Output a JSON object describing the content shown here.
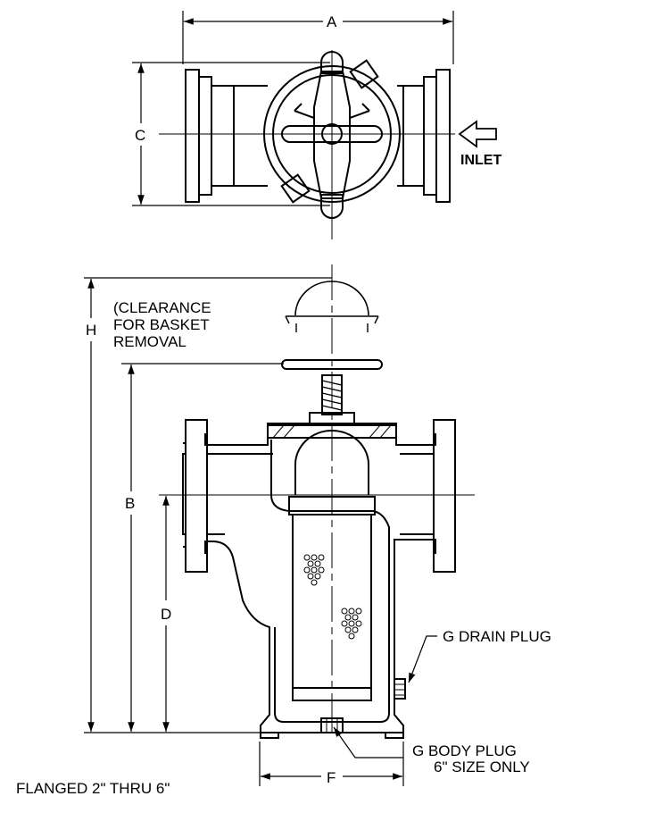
{
  "labels": {
    "dim_a": "A",
    "dim_c": "C",
    "inlet": "INLET",
    "dim_h": "H",
    "clearance_1": "(CLEARANCE",
    "clearance_2": "FOR BASKET",
    "clearance_3": "REMOVAL",
    "dim_b": "B",
    "dim_d": "D",
    "dim_f": "F",
    "drain_plug": "G  DRAIN PLUG",
    "body_plug_1": "G  BODY PLUG",
    "body_plug_2": "6\" SIZE ONLY",
    "caption": "FLANGED 2\" THRU 6\""
  },
  "colors": {
    "line": "#000000",
    "background": "#ffffff"
  }
}
